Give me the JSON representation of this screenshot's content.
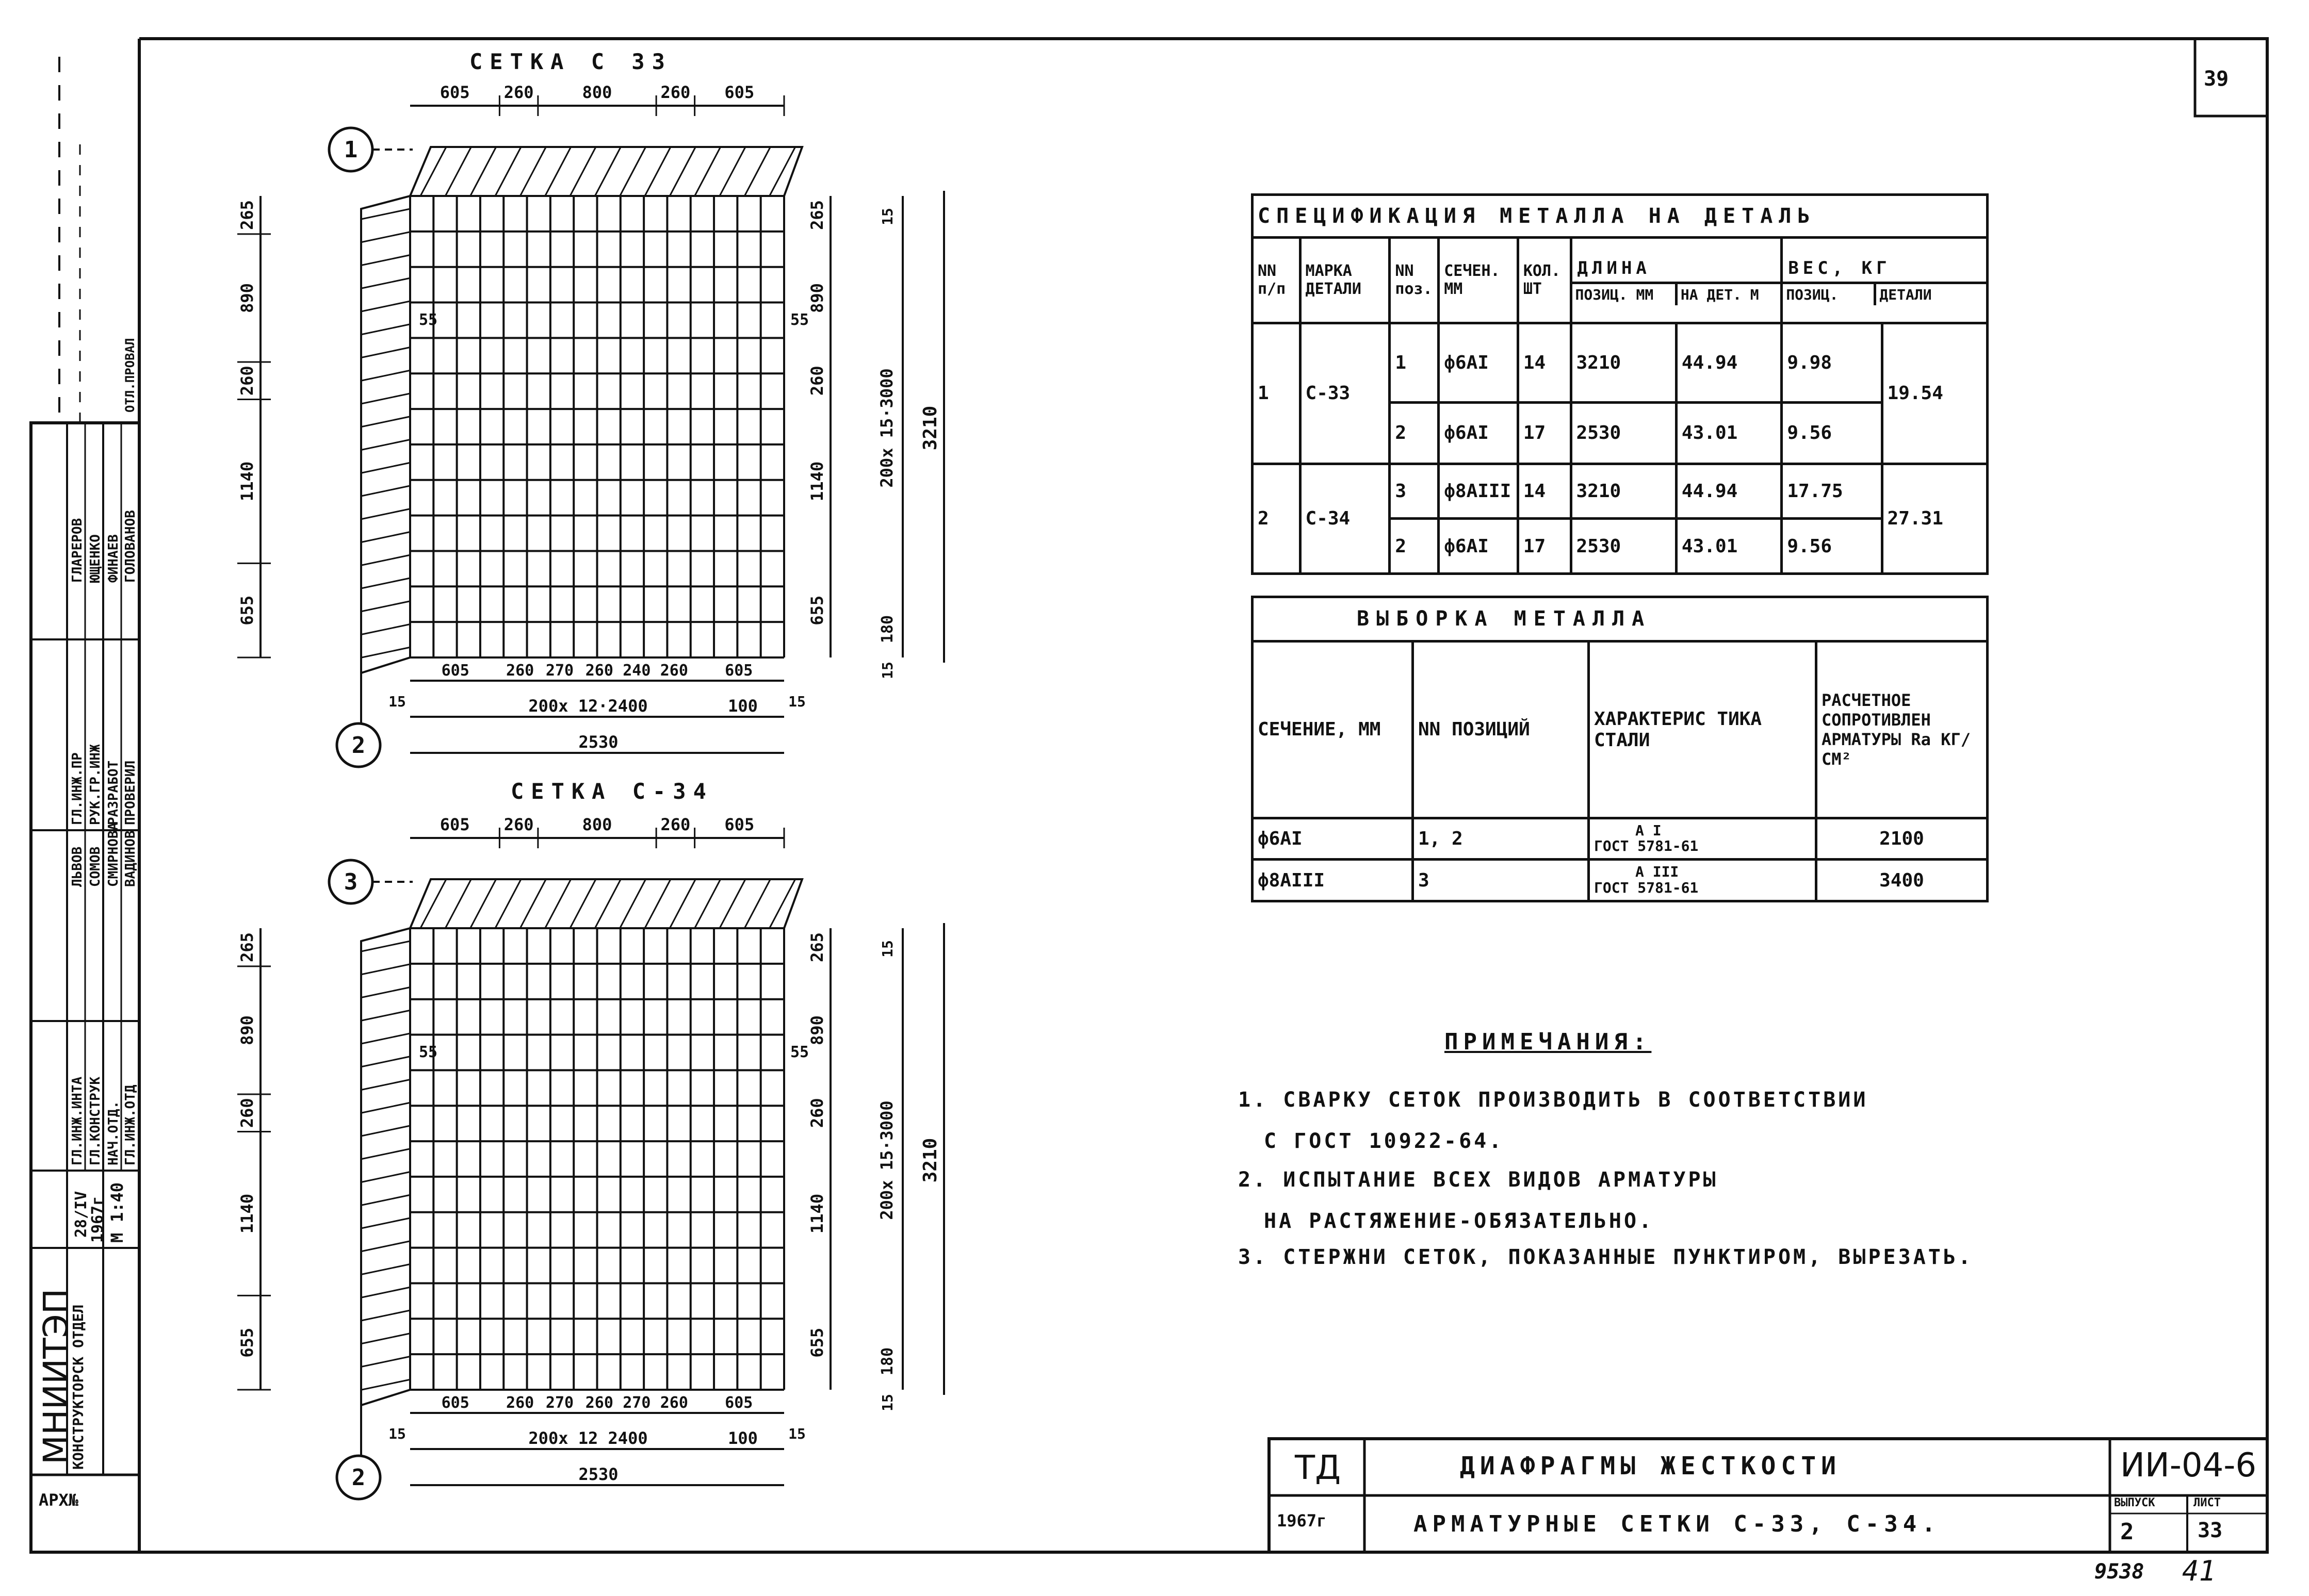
{
  "sheet": {
    "page_number": "39",
    "archive": "АРХ№",
    "bottom_stamp_1": "9538",
    "bottom_stamp_2": "41"
  },
  "left_strip": {
    "org": "МНИИТЭП",
    "dept": "КОНСТРУКТОРСК ОТДЕЛ",
    "date_1": "28/IV",
    "date_2": "1967г",
    "scale_label": "М",
    "scale": "1:40",
    "roles": [
      "ГЛ.ИНЖ.ПР",
      "РУК.ГР.ИНЖ",
      "РАЗРАБОТ",
      "ПРОВЕРИЛ",
      "ЛЬВОВ",
      "СОМОВ",
      "СМИРНОВА",
      "ВАДИНОВ",
      "ГЛ.ИНЖ.ИНТА",
      "ГЛ.КОНСТРУК",
      "НАЧ.ОТД.",
      "ГЛ.ИНЖ.ОТД"
    ],
    "names": [
      "ГЛАРЕРОВ",
      "ЮЩЕНКО",
      "ФИНАЕВ",
      "ГОЛОВАНОВ",
      "ОТЛ.ПРОВАЛ"
    ]
  },
  "drawings": {
    "c33": {
      "title": "СЕТКА С 33",
      "top_dims": [
        "605",
        "260",
        "800",
        "260",
        "605"
      ],
      "bottom_dims": [
        "605",
        "260",
        "270",
        "260",
        "240",
        "260",
        "605"
      ],
      "span_dim": "200х 12·2400",
      "end_dim": "100",
      "total_width": "2530",
      "edge": "15",
      "left_dims": [
        "265",
        "890",
        "260",
        "1140",
        "655"
      ],
      "right_dims": [
        "265",
        "890",
        "260",
        "1140",
        "655"
      ],
      "right_span": "200х 15·3000",
      "right_total": "3210",
      "right_small": "180",
      "right_edge": "15",
      "cut_mark": "55",
      "marker_top": "1",
      "marker_bottom": "2"
    },
    "c34": {
      "title": "СЕТКА С-34",
      "top_dims": [
        "605",
        "260",
        "800",
        "260",
        "605"
      ],
      "bottom_dims": [
        "605",
        "260",
        "270",
        "260",
        "270",
        "260",
        "605"
      ],
      "span_dim": "200х 12 2400",
      "end_dim": "100",
      "total_width": "2530",
      "edge": "15",
      "left_dims": [
        "265",
        "890",
        "260",
        "1140",
        "655"
      ],
      "right_dims": [
        "265",
        "890",
        "260",
        "1140",
        "655"
      ],
      "right_span": "200х 15·3000",
      "right_total": "3210",
      "right_small": "180",
      "right_edge": "15",
      "cut_mark": "55",
      "marker_top": "3",
      "marker_bottom": "2"
    }
  },
  "spec_table": {
    "title": "СПЕЦИФИКАЦИЯ МЕТАЛЛА НА ДЕТАЛЬ",
    "headers": {
      "nn": "NN п/п",
      "marka": "МАРКА ДЕТАЛИ",
      "npoz": "NN поз.",
      "sech": "СЕЧЕН. ММ",
      "kol": "КОЛ. ШТ",
      "dlina": "ДЛИНА",
      "dlina_poz": "ПОЗИЦ. ММ",
      "dlina_det": "НА ДЕТ. М",
      "ves": "ВЕС, КГ",
      "ves_poz": "ПОЗИЦ.",
      "ves_det": "ДЕТАЛИ"
    },
    "rows": [
      {
        "n": "1",
        "mark": "С-33",
        "pos": "1",
        "sec": "ф6АI",
        "qty": "14",
        "len": "3210",
        "len_det": "44.94",
        "w_pos": "9.98",
        "w_det": "19.54"
      },
      {
        "n": "",
        "mark": "",
        "pos": "2",
        "sec": "ф6АI",
        "qty": "17",
        "len": "2530",
        "len_det": "43.01",
        "w_pos": "9.56",
        "w_det": ""
      },
      {
        "n": "2",
        "mark": "С-34",
        "pos": "3",
        "sec": "ф8АIII",
        "qty": "14",
        "len": "3210",
        "len_det": "44.94",
        "w_pos": "17.75",
        "w_det": "27.31"
      },
      {
        "n": "",
        "mark": "",
        "pos": "2",
        "sec": "ф6АI",
        "qty": "17",
        "len": "2530",
        "len_det": "43.01",
        "w_pos": "9.56",
        "w_det": ""
      }
    ]
  },
  "selection_table": {
    "title": "ВЫБОРКА МЕТАЛЛА",
    "col1": "СЕЧЕНИЕ, ММ",
    "col2": "NN ПОЗИЦИЙ",
    "col3": "ХАРАКТЕРИС ТИКА СТАЛИ",
    "col4": "РАСЧЕТНОЕ СОПРОТИВЛЕН АРМАТУРЫ Ra КГ/СМ²",
    "rows": [
      {
        "sec": "ф6АI",
        "pos": "1, 2",
        "class": "А I",
        "gost": "ГОСТ 5781-61",
        "r": "2100"
      },
      {
        "sec": "ф8АIII",
        "pos": "3",
        "class": "А III",
        "gost": "ГОСТ 5781-61",
        "r": "3400"
      }
    ]
  },
  "notes": {
    "title": "ПРИМЕЧАНИЯ:",
    "lines": [
      "1. СВАРКУ СЕТОК ПРОИЗВОДИТЬ В СООТВЕТСТВИИ",
      "С ГОСТ 10922-64.",
      "2. ИСПЫТАНИЕ ВСЕХ ВИДОВ АРМАТУРЫ",
      "НА РАСТЯЖЕНИЕ-ОБЯЗАТЕЛЬНО.",
      "3. СТЕРЖНИ СЕТОК, ПОКАЗАННЫЕ ПУНКТИРОМ, ВЫРЕЗАТЬ."
    ]
  },
  "title_block": {
    "td": "ТД",
    "year": "1967г",
    "name_1": "ДИАФРАГМЫ ЖЕСТКОСТИ",
    "name_2": "АРМАТУРНЫЕ СЕТКИ С-33, С-34.",
    "code": "ИИ-04-6",
    "issue_label": "ВЫПУСК",
    "issue": "2",
    "sheet_label": "ЛИСТ",
    "sheet": "33"
  }
}
